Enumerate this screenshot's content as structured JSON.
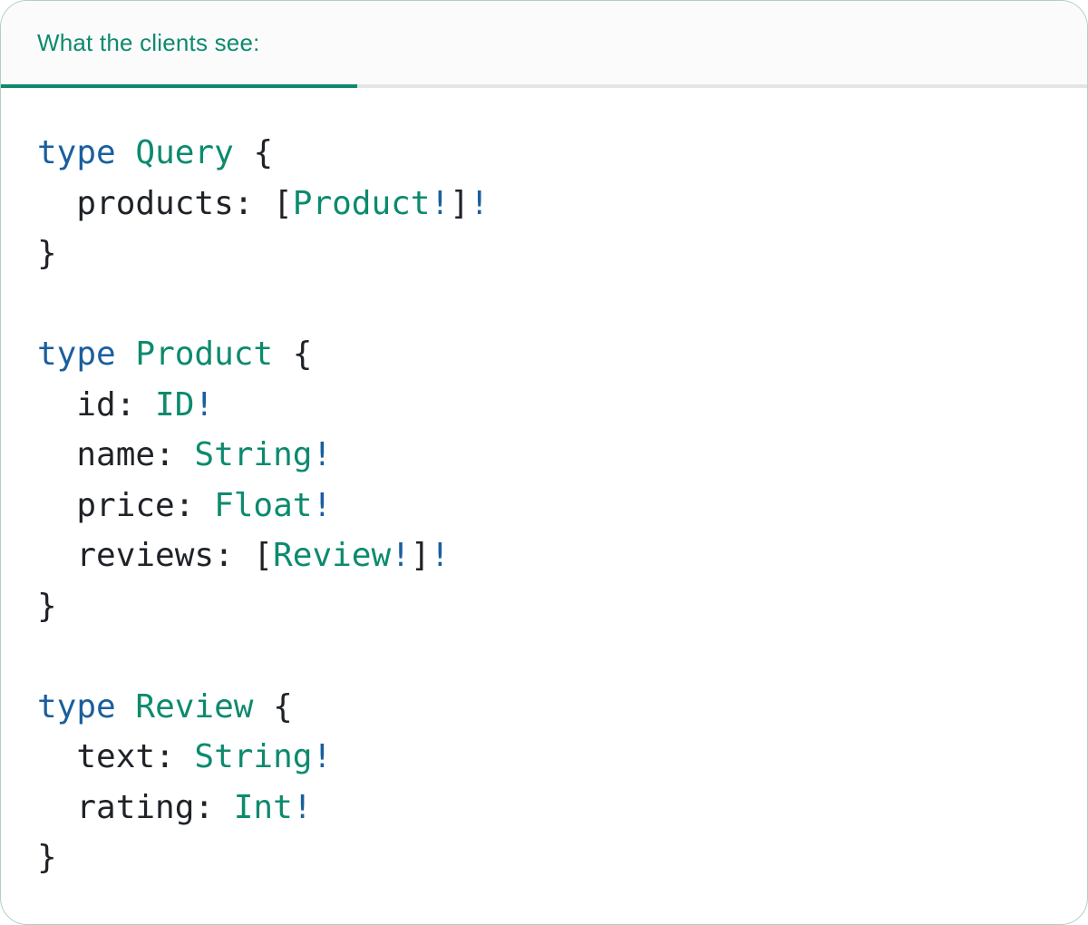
{
  "tab_bar": {
    "active_tab": {
      "label": "What the clients see:"
    }
  },
  "colors": {
    "accent_green": "#0d8a6e",
    "keyword_blue": "#1a5f9e",
    "code_text": "#1f2328",
    "tab_bar_background": "#fbfbfb",
    "tab_bar_divider": "#e5e5e5",
    "card_border": "#aed2bd"
  },
  "code": {
    "language": "graphql",
    "lines": [
      {
        "tokens": [
          {
            "c": "keyword",
            "t": "type"
          },
          {
            "c": "plain",
            "t": " "
          },
          {
            "c": "typename",
            "t": "Query"
          },
          {
            "c": "plain",
            "t": " {"
          }
        ]
      },
      {
        "tokens": [
          {
            "c": "plain",
            "t": "  products: ["
          },
          {
            "c": "typename",
            "t": "Product"
          },
          {
            "c": "bang",
            "t": "!"
          },
          {
            "c": "plain",
            "t": "]"
          },
          {
            "c": "bang",
            "t": "!"
          }
        ]
      },
      {
        "tokens": [
          {
            "c": "plain",
            "t": "}"
          }
        ]
      },
      {
        "tokens": []
      },
      {
        "tokens": [
          {
            "c": "keyword",
            "t": "type"
          },
          {
            "c": "plain",
            "t": " "
          },
          {
            "c": "typename",
            "t": "Product"
          },
          {
            "c": "plain",
            "t": " {"
          }
        ]
      },
      {
        "tokens": [
          {
            "c": "plain",
            "t": "  id: "
          },
          {
            "c": "typename",
            "t": "ID"
          },
          {
            "c": "bang",
            "t": "!"
          }
        ]
      },
      {
        "tokens": [
          {
            "c": "plain",
            "t": "  name: "
          },
          {
            "c": "typename",
            "t": "String"
          },
          {
            "c": "bang",
            "t": "!"
          }
        ]
      },
      {
        "tokens": [
          {
            "c": "plain",
            "t": "  price: "
          },
          {
            "c": "typename",
            "t": "Float"
          },
          {
            "c": "bang",
            "t": "!"
          }
        ]
      },
      {
        "tokens": [
          {
            "c": "plain",
            "t": "  reviews: ["
          },
          {
            "c": "typename",
            "t": "Review"
          },
          {
            "c": "bang",
            "t": "!"
          },
          {
            "c": "plain",
            "t": "]"
          },
          {
            "c": "bang",
            "t": "!"
          }
        ]
      },
      {
        "tokens": [
          {
            "c": "plain",
            "t": "}"
          }
        ]
      },
      {
        "tokens": []
      },
      {
        "tokens": [
          {
            "c": "keyword",
            "t": "type"
          },
          {
            "c": "plain",
            "t": " "
          },
          {
            "c": "typename",
            "t": "Review"
          },
          {
            "c": "plain",
            "t": " {"
          }
        ]
      },
      {
        "tokens": [
          {
            "c": "plain",
            "t": "  text: "
          },
          {
            "c": "typename",
            "t": "String"
          },
          {
            "c": "bang",
            "t": "!"
          }
        ]
      },
      {
        "tokens": [
          {
            "c": "plain",
            "t": "  rating: "
          },
          {
            "c": "typename",
            "t": "Int"
          },
          {
            "c": "bang",
            "t": "!"
          }
        ]
      },
      {
        "tokens": [
          {
            "c": "plain",
            "t": "}"
          }
        ]
      }
    ]
  }
}
